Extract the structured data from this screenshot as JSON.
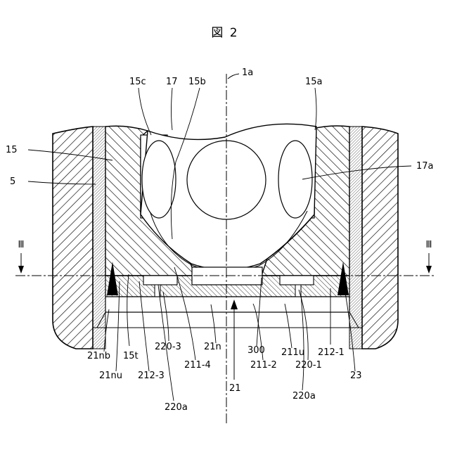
{
  "title": "図 2",
  "section_mark": "Ⅲ",
  "labels": {
    "axis": "1a",
    "l15c": "15c",
    "l17": "17",
    "l15b": "15b",
    "l15a": "15a",
    "l15": "15",
    "l5": "5",
    "l17a": "17a",
    "l21nb": "21nb",
    "l15t": "15t",
    "l21nu": "21nu",
    "l212_3": "212-3",
    "l220_3": "220-3",
    "l220a_left": "220a",
    "l211_4": "211-4",
    "l21n": "21n",
    "l21": "21",
    "l300": "300",
    "l211_2": "211-2",
    "l211u": "211u",
    "l220_1": "220-1",
    "l220a_right": "220a",
    "l212_1": "212-1",
    "l23": "23"
  }
}
